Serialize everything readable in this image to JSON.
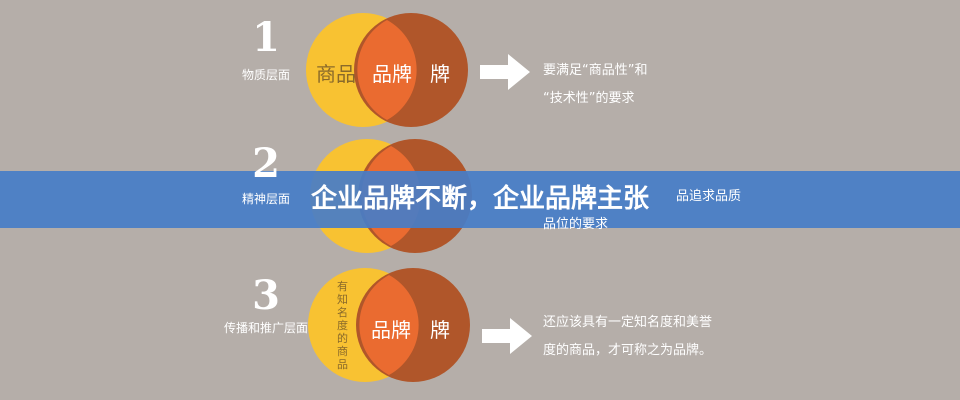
{
  "rows": [
    {
      "number": "1",
      "level": "物质层面",
      "left_label": "商品",
      "overlap_label": "品牌",
      "right_label": "牌",
      "desc": [
        "要满足“商品性”和",
        "“技术性”的要求"
      ]
    },
    {
      "number": "2",
      "level": "精神层面",
      "desc": [
        "品追求品质",
        "品位的要求"
      ]
    },
    {
      "number": "3",
      "level": "传播和推广层面",
      "left_label": "有知名度的商品",
      "overlap_label": "品牌",
      "right_label": "牌",
      "desc": [
        "还应该具有一定知名度和美誉",
        "度的商品，才可称之为品牌。"
      ]
    }
  ],
  "banner": {
    "title": "企业品牌不断，企业品牌主张"
  },
  "colors": {
    "background": "#b5aea9",
    "yellow": "#f8c232",
    "brown": "#b0562a",
    "overlap": "#ea6b30",
    "banner": "#467dc8"
  }
}
